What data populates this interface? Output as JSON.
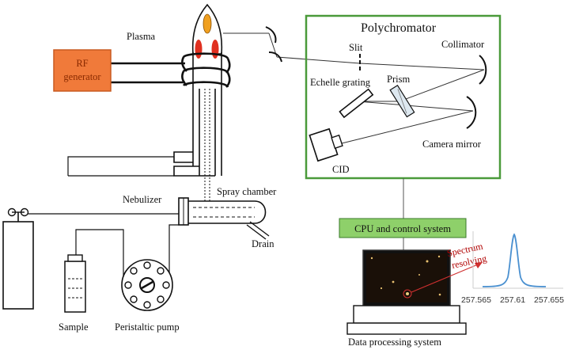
{
  "labels": {
    "plasma": "Plasma",
    "rf_line1": "RF",
    "rf_line2": "generator",
    "polychromator": "Polychromator",
    "slit": "Slit",
    "collimator": "Collimator",
    "echelle": "Echelle grating",
    "prism": "Prism",
    "camera_mirror": "Camera mirror",
    "cid": "CID",
    "nebulizer": "Nebulizer",
    "spray_chamber": "Spray chamber",
    "drain": "Drain",
    "cpu": "CPU and control system",
    "spectrum_line1": "Spectrum",
    "spectrum_line2": "resolving",
    "sample": "Sample",
    "pump": "Peristaltic pump",
    "dps": "Data processing system"
  },
  "spectrum": {
    "tick_labels": [
      "257.565",
      "257.61",
      "257.655"
    ],
    "peak_center": 257.61,
    "range": [
      257.565,
      257.655
    ]
  },
  "colors": {
    "rf_fill": "#f07a3a",
    "rf_stroke": "#c85a20",
    "green_frame": "#4a9a3a",
    "cpu_fill": "#8ed06a",
    "flame_orange": "#f0a020",
    "flame_red": "#e03020",
    "peak_blue": "#4a90d0",
    "arrow_red": "#d03030"
  }
}
